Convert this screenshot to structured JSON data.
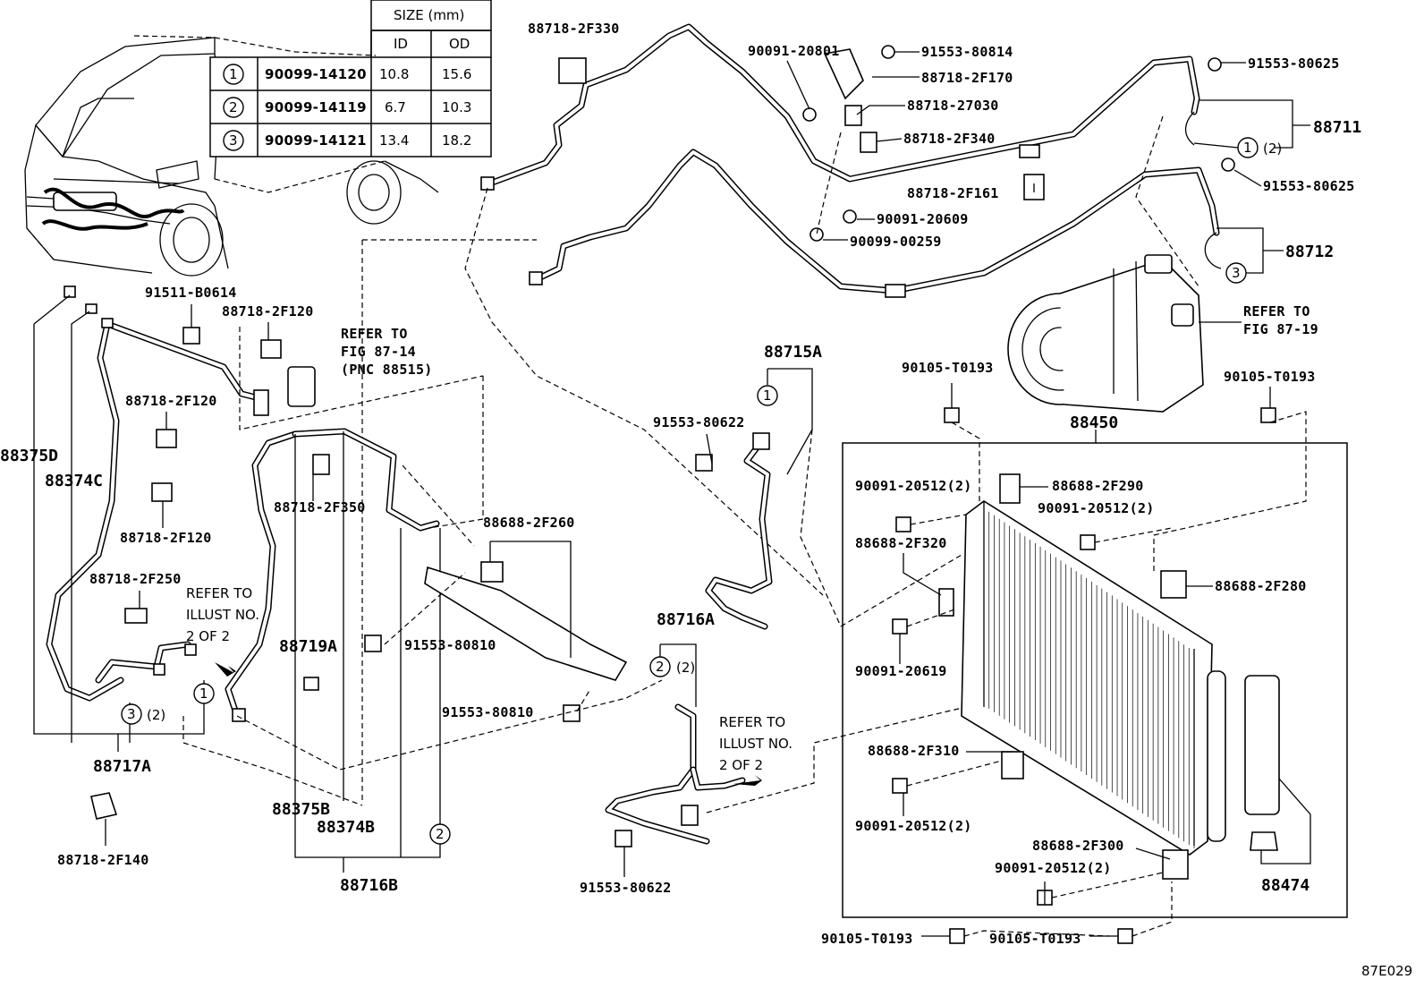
{
  "figure_id": "87E029",
  "size_table": {
    "header": "SIZE (mm)",
    "col_id": "ID",
    "col_od": "OD",
    "rows": [
      {
        "ref": "1",
        "part": "90099-14120",
        "id": "10.8",
        "od": "15.6"
      },
      {
        "ref": "2",
        "part": "90099-14119",
        "id": "6.7",
        "od": "10.3"
      },
      {
        "ref": "3",
        "part": "90099-14121",
        "id": "13.4",
        "od": "18.2"
      }
    ]
  },
  "labels": {
    "p88718_2F330": "88718-2F330",
    "p90091_20801": "90091-20801",
    "p91553_80814": "91553-80814",
    "p88718_2F170": "88718-2F170",
    "p88718_27030": "88718-27030",
    "p88718_2F340": "88718-2F340",
    "p88718_2F161": "88718-2F161",
    "p90091_20609": "90091-20609",
    "p90099_00259": "90099-00259",
    "p91553_80625_a": "91553-80625",
    "p91553_80625_b": "91553-80625",
    "p88711": "88711",
    "p88712": "88712",
    "qty_88711": "(2)",
    "p91511_B0614": "91511-B0614",
    "p88718_2F120_a": "88718-2F120",
    "p88718_2F120_b": "88718-2F120",
    "p88718_2F120_c": "88718-2F120",
    "p88718_2F350": "88718-2F350",
    "p88718_2F250": "88718-2F250",
    "p88718_2F140": "88718-2F140",
    "p88375D": "88375D",
    "p88374C": "88374C",
    "p88717A": "88717A",
    "qty_88717A": "(2)",
    "p88719A": "88719A",
    "p88375B": "88375B",
    "p88374B": "88374B",
    "p88716B": "88716B",
    "p88688_2F260": "88688-2F260",
    "p91553_80810_a": "91553-80810",
    "p91553_80810_b": "91553-80810",
    "p88715A": "88715A",
    "p91553_80622_a": "91553-80622",
    "p91553_80622_b": "91553-80622",
    "p88716A": "88716A",
    "qty_88716A": "(2)",
    "p90105_T0193_a": "90105-T0193",
    "p90105_T0193_b": "90105-T0193",
    "p90105_T0193_c": "90105-T0193",
    "p90105_T0193_d": "90105-T0193",
    "p88450": "88450",
    "p90091_20512_a": "90091-20512(2)",
    "p90091_20512_b": "90091-20512(2)",
    "p90091_20512_c": "90091-20512(2)",
    "p90091_20512_d": "90091-20512(2)",
    "p88688_2F290": "88688-2F290",
    "p88688_2F320": "88688-2F320",
    "p88688_2F280": "88688-2F280",
    "p90091_20619": "90091-20619",
    "p88688_2F310": "88688-2F310",
    "p88688_2F300": "88688-2F300",
    "p88474": "88474"
  },
  "callouts": {
    "c1": "1",
    "c2": "2",
    "c3": "3"
  },
  "notes": {
    "refer_fig_87_14_l1": "REFER TO",
    "refer_fig_87_14_l2": "FIG 87-14",
    "refer_fig_87_14_l3": "(PNC 88515)",
    "refer_fig_87_19_l1": "REFER TO",
    "refer_fig_87_19_l2": "FIG 87-19",
    "refer_illust_a_l1": "REFER TO",
    "refer_illust_a_l2": "ILLUST NO.",
    "refer_illust_a_l3": "2 OF 2",
    "refer_illust_b_l1": "REFER TO",
    "refer_illust_b_l2": "ILLUST NO.",
    "refer_illust_b_l3": "2 OF 2"
  }
}
